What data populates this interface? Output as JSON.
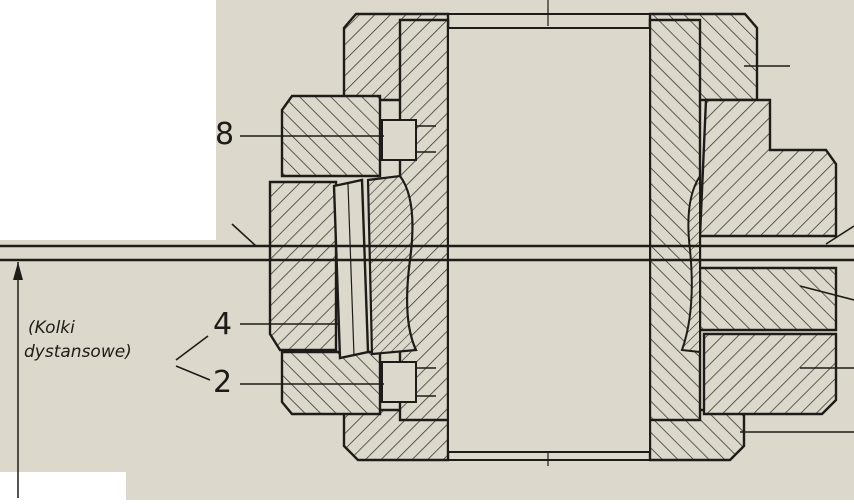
{
  "labels": {
    "part_8": "8",
    "part_4": "4",
    "part_2": "2",
    "note_line1": "(Kolki",
    "note_line2": "dystansowe)"
  },
  "colors": {
    "paper": "#dcd9cc",
    "ink": "#1e1c18",
    "hatch": "#3a3833",
    "background": "#ffffff"
  }
}
